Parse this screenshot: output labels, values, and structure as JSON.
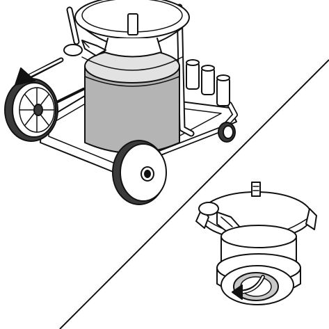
{
  "figure": {
    "background": "#ffffff",
    "ink": "#111111",
    "panels": [
      {
        "id": "panel-cart",
        "subject": "vacuum-cart-with-wheels",
        "icon": "arrow-left-icon"
      },
      {
        "id": "panel-filter-head",
        "subject": "filter-head-underside",
        "icon": "rotate-arrow-icon"
      }
    ],
    "colors": {
      "canister_fill": "#b4b4b4",
      "canister_rim": "#e2e2e2",
      "wheel_tread": "#3a3a3a",
      "filter_fill": "#c8c8c8",
      "line": "#111111"
    }
  }
}
